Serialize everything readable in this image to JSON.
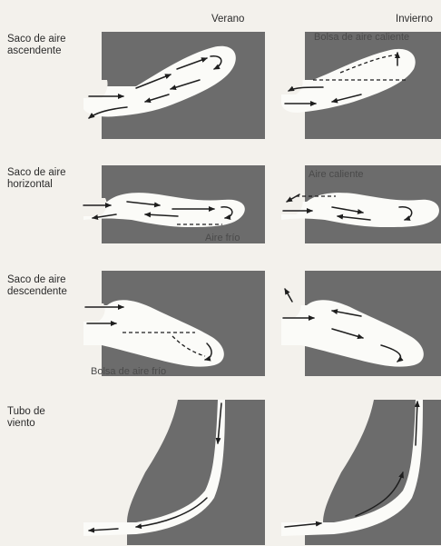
{
  "columns": {
    "summer": "Verano",
    "winter": "Invierno"
  },
  "rows": [
    {
      "title_line1": "Saco de aire",
      "title_line2": "ascendente"
    },
    {
      "title_line1": "Saco de aire",
      "title_line2": "horizontal"
    },
    {
      "title_line1": "Saco de aire",
      "title_line2": "descendente"
    },
    {
      "title_line1": "Tubo de",
      "title_line2": "viento"
    }
  ],
  "annotations": {
    "warm_pocket": "Bolsa de aire caliente",
    "warm_air": "Aire caliente",
    "cold_air": "Aire frío",
    "cold_pocket": "Bolsa de aire frío"
  },
  "colors": {
    "rock": "#6c6c6c",
    "cave": "#fbfbf8",
    "flow": "#1e1e1e",
    "paper": "#f3f1ec"
  }
}
